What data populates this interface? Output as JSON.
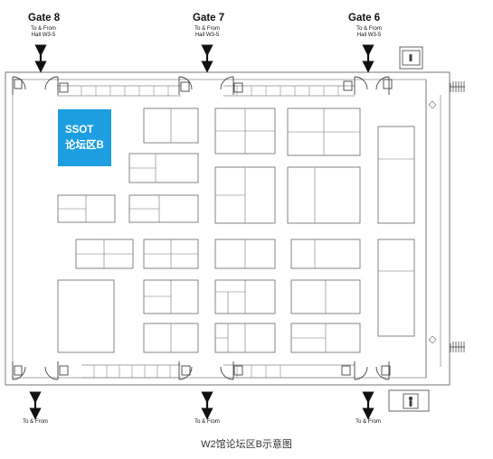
{
  "gates": [
    {
      "name": "Gate 8",
      "sub": [
        "To & From",
        "Hall W3-5"
      ]
    },
    {
      "name": "Gate 7",
      "sub": [
        "To & From",
        "Hall W3-5"
      ]
    },
    {
      "name": "Gate 6",
      "sub": [
        "To & From",
        "Hall W3-5"
      ]
    }
  ],
  "bottom_labels": [
    "To & From",
    "To & From",
    "To & From"
  ],
  "forum": {
    "line1": "SSOT",
    "line2": "论坛区B"
  },
  "caption": "W2馆论坛区B示意图",
  "colors": {
    "forum": "#1d9ee0",
    "lines": "#666666",
    "text": "#111111"
  },
  "icons": [
    "double-arrow-icon",
    "door-icon",
    "stairs-icon",
    "restroom-icon"
  ]
}
